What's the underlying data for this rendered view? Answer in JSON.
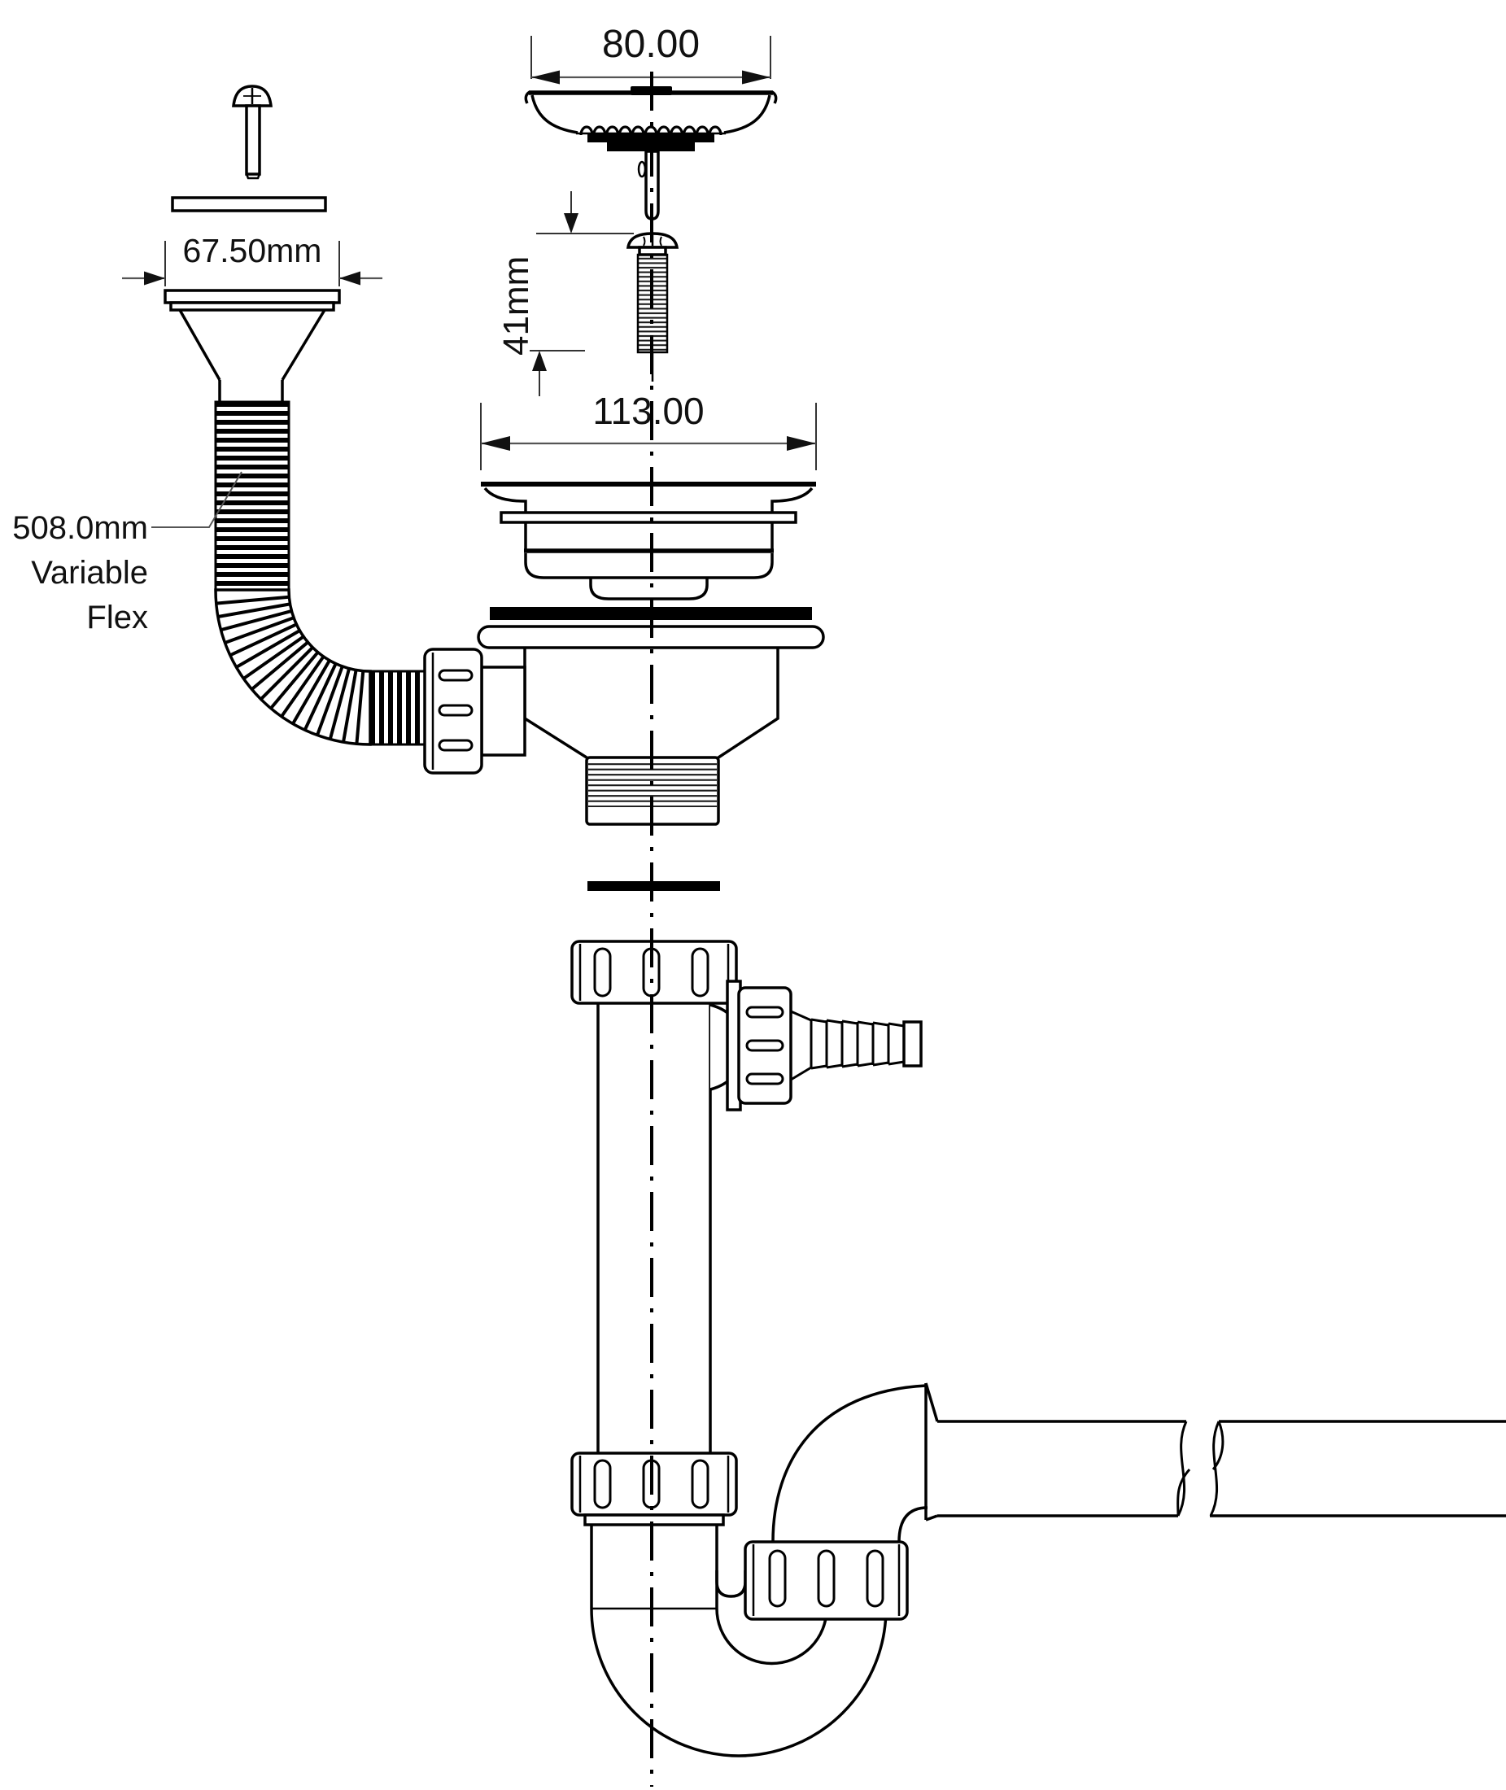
{
  "drawing": {
    "dimensions": {
      "strainer_width": "80.00",
      "overflow_flange_width": "67.50mm",
      "screw_length": "41mm",
      "waste_flange_width": "113.00"
    },
    "flex_label": {
      "line1": "508.0mm",
      "line2": "Variable",
      "line3": "Flex"
    },
    "colors": {
      "ink": "#000000",
      "dim_line": "#555555",
      "background": "#ffffff"
    }
  }
}
